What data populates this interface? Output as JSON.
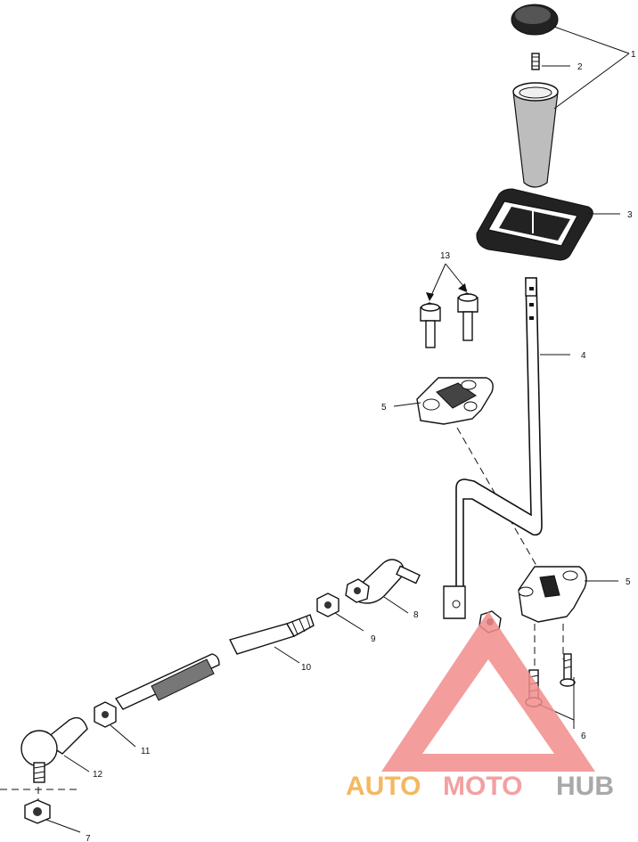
{
  "callouts": {
    "c1": "1",
    "c2": "2",
    "c3": "3",
    "c4": "4",
    "c5_left": "5",
    "c5_right": "5",
    "c6": "6",
    "c7": "7",
    "c8": "8",
    "c9": "9",
    "c10": "10",
    "c11": "11",
    "c12": "12",
    "c13": "13"
  },
  "watermark": {
    "part1": "AUTO",
    "part2": "MOTO",
    "part3": "HUB",
    "colors": {
      "auto": "#f4b860",
      "moto": "#f4a0a0",
      "hub": "#a9a9a9",
      "triangle": "#f28c8c"
    }
  }
}
